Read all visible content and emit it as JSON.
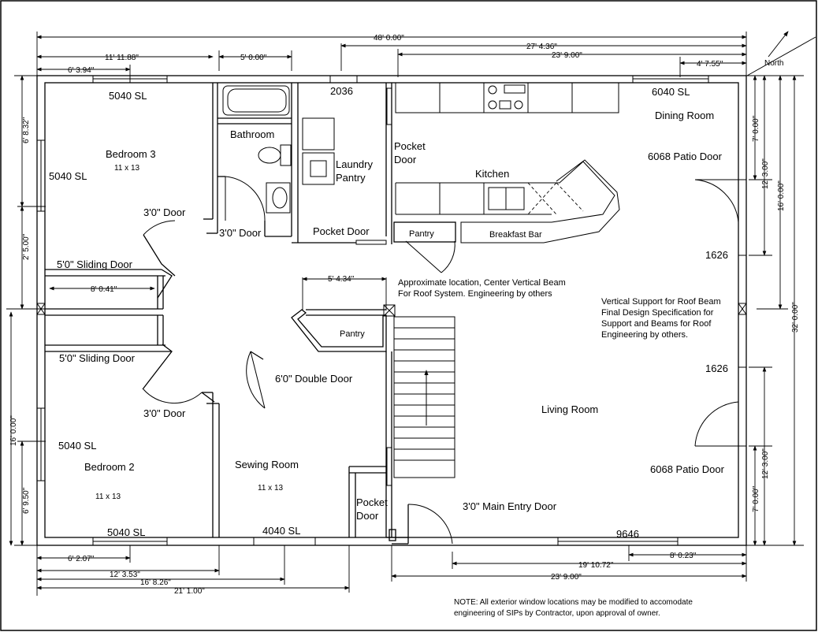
{
  "compass": {
    "label": "North"
  },
  "dimensions": {
    "top_overall": "48' 0.00\"",
    "top_2": "27' 4.36\"",
    "top_3": "11' 11.88\"",
    "top_4": "5' 0.00\"",
    "top_5": "6' 3.94\"",
    "top_6": "23' 9.00\"",
    "top_7": "4' 7.55\"",
    "left_1": "6' 8.32\"",
    "left_2": "2' 5.00\"",
    "left_3": "16' 0.00\"",
    "left_4": "6' 9.50\"",
    "right_1": "7' 0.00\"",
    "right_2": "12' 3.00\"",
    "right_3": "16' 0.00\"",
    "right_4": "32' 0.00\"",
    "right_5": "12' 3.00\"",
    "right_6": "7' 0.00\"",
    "bottom_1": "6' 2.07\"",
    "bottom_2": "12' 3.53\"",
    "bottom_3": "16' 8.26\"",
    "bottom_4": "21' 1.00\"",
    "bottom_5": "8' 0.23\"",
    "bottom_6": "19' 10.72\"",
    "bottom_7": "23' 9.00\"",
    "closet_width": "8' 0.41\"",
    "pantry_width": "5' 4.34\""
  },
  "labels": {
    "bedroom3_window_top": "5040 SL",
    "bedroom3": "Bedroom 3",
    "bedroom3_size": "11 x 13",
    "bedroom3_window_left": "5040 SL",
    "bedroom3_door": "3'0\" Door",
    "bathroom": "Bathroom",
    "bathroom_door": "3'0\" Door",
    "laundry_window": "2036",
    "laundry": "Laundry",
    "pantry_label": "Pantry",
    "pocket_door_laundry": "Pocket Door",
    "pocket_door_kitchen_1": "Pocket",
    "pocket_door_kitchen_2": "Door",
    "kitchen": "Kitchen",
    "kitchen_pantry": "Pantry",
    "breakfast_bar": "Breakfast Bar",
    "dining_window": "6040 SL",
    "dining_room": "Dining Room",
    "patio_door_top": "6068 Patio Door",
    "window_1626_top": "1626",
    "sliding_door_top": "5'0\" Sliding Door",
    "sliding_door_bottom": "5'0\" Sliding Door",
    "beam_note_1": "Approximate location, Center Vertical Beam",
    "beam_note_2": "For Roof System.  Engineering by others",
    "support_note_1": "Vertical Support for Roof Beam",
    "support_note_2": "Final Design Specification for",
    "support_note_3": "Support and Beams for Roof",
    "support_note_4": "Engineering by others.",
    "hall_pantry": "Pantry",
    "double_door": "6'0\" Double Door",
    "window_1626_bottom": "1626",
    "bedroom2_door": "3'0\" Door",
    "living_room": "Living Room",
    "bedroom2_window_left": "5040 SL",
    "bedroom2": "Bedroom 2",
    "bedroom2_size": "11 x 13",
    "sewing_room": "Sewing Room",
    "sewing_size": "11 x 13",
    "patio_door_bottom": "6068 Patio Door",
    "pocket_door_bottom_1": "Pocket",
    "pocket_door_bottom_2": "Door",
    "main_entry": "3'0\" Main Entry Door",
    "bedroom2_window_bottom": "5040 SL",
    "sewing_window": "4040 SL",
    "window_9646": "9646",
    "note_1": "NOTE:  All exterior window locations may be modified to accomodate",
    "note_2": "engineering of SIPs by Contractor, upon approval of owner."
  }
}
